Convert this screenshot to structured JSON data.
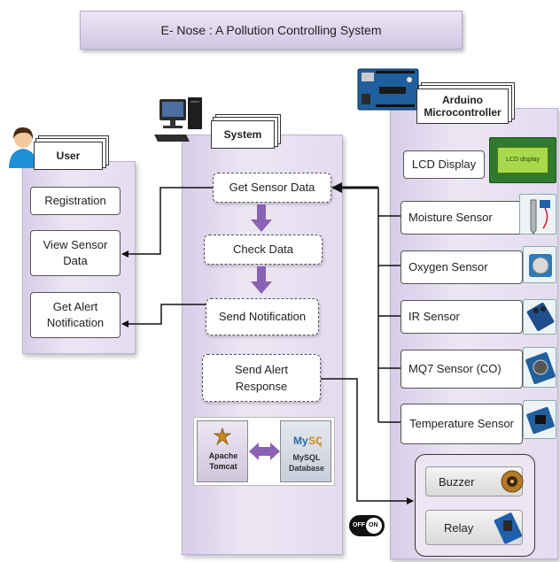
{
  "title": "E- Nose :  A Pollution Controlling System",
  "user": {
    "label": "User",
    "items": [
      "Registration",
      "View Sensor Data",
      "Get Alert Notification"
    ]
  },
  "system": {
    "label": "System",
    "steps": [
      "Get Sensor Data",
      "Check Data",
      "Send Notification",
      "Send Alert Response"
    ],
    "apache": "Apache Tomcat",
    "database": "MySQL Database"
  },
  "arduino": {
    "label": "Arduino Microcontroller",
    "lcd": "LCD Display",
    "lcd_screen": "LCD display",
    "sensors": [
      "Moisture Sensor",
      "Oxygen Sensor",
      "IR Sensor",
      "MQ7 Sensor (CO)",
      "Temperature Sensor"
    ],
    "outputs": [
      "Buzzer",
      "Relay"
    ]
  },
  "switch": {
    "off": "OFF",
    "on": "ON"
  },
  "colors": {
    "panel": "#e4dcef",
    "arrow_purple": "#8a62b3",
    "line": "#111111"
  }
}
